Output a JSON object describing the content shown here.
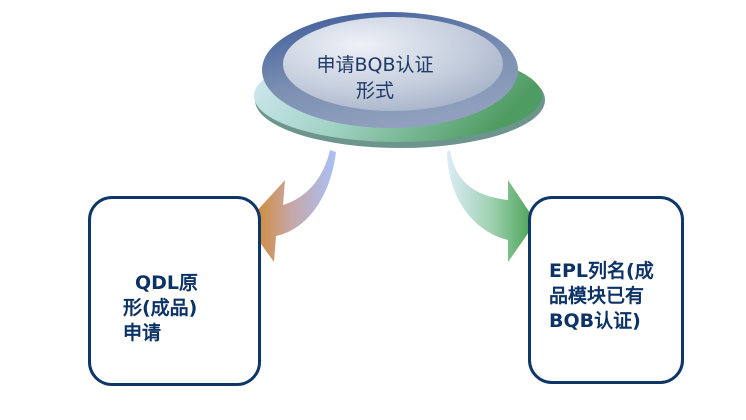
{
  "diagram": {
    "center_node": {
      "lines": [
        "申请BQB认证",
        "形式"
      ]
    },
    "left_node": {
      "lines": [
        "  QDL原",
        "形(成品)",
        "申请"
      ]
    },
    "right_node": {
      "lines": [
        "EPL列名(成",
        "品模块已有",
        "BQB认证)"
      ]
    },
    "colors": {
      "box_border": "#0e3666",
      "text": "#0d3366",
      "left_arrow_start": "#a9c0f5",
      "left_arrow_end": "#d4861f",
      "right_arrow_start": "#d9eaf7",
      "right_arrow_end": "#4ea35a",
      "ellipse_outer_left": "#cde6f3",
      "ellipse_outer_right": "#5aa36a",
      "ellipse_inner": "#c9d3e3"
    }
  }
}
